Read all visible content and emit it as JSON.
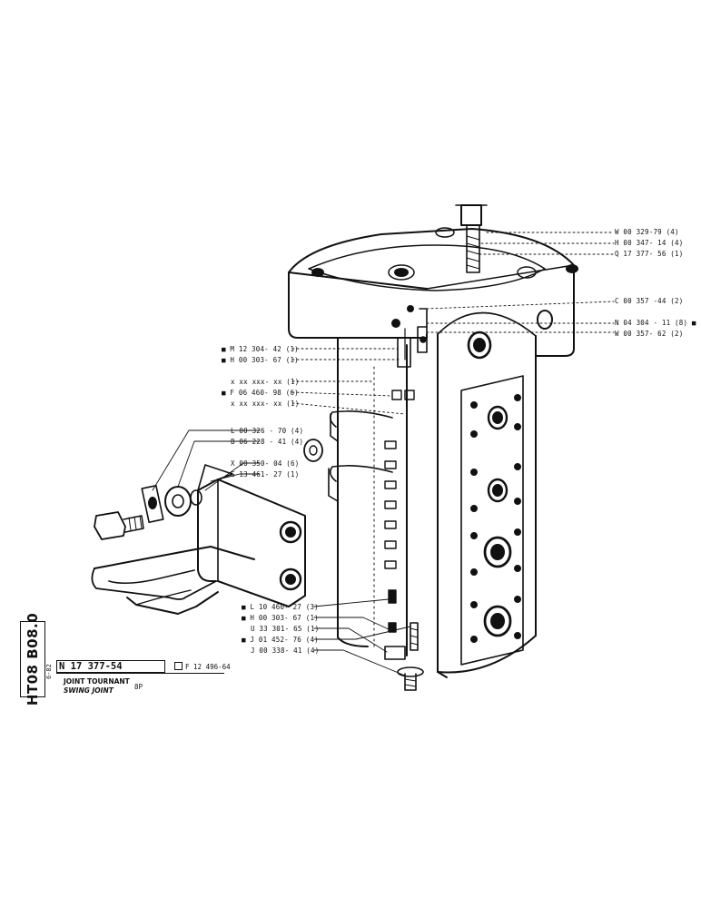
{
  "sheet": {
    "code": "HT08 B08.0",
    "small_code": "6-82",
    "reference": "N 17 377-54",
    "title_fr": "JOINT TOURNANT",
    "title_en": "SWING JOINT",
    "model": "8P",
    "see_also": "F 12 496-64"
  },
  "labels_right": [
    {
      "text": "W 00 329-79 (4)"
    },
    {
      "text": "H 00 347- 14 (4)"
    },
    {
      "text": "Q 17 377- 56 (1)"
    },
    {
      "text": "C 00 357 -44 (2)"
    },
    {
      "text": "N 04 304 - 11 (8) ■"
    },
    {
      "text": "W 00 357- 62 (2)"
    }
  ],
  "labels_left_upper": [
    {
      "text": "■ M 12 304- 42 (1)"
    },
    {
      "text": "■ H 00 303- 67 (1)"
    },
    {
      "text": "x xx xxx- xx (1)"
    },
    {
      "text": "■ F 06 460- 98 (6)"
    },
    {
      "text": "x xx xxx- xx (1)"
    }
  ],
  "labels_left_mid": [
    {
      "text": "L 00 326 - 70 (4)"
    },
    {
      "text": "B 06 228 - 41 (4)"
    },
    {
      "text": "X 00 350- 04 (6)"
    },
    {
      "text": "G 13 461- 27 (1)"
    }
  ],
  "labels_left_lower": [
    {
      "text": "■ L 10 460- 27 (3)"
    },
    {
      "text": "■ H 00 303- 67 (1)"
    },
    {
      "text": "U 33 301- 65 (1)"
    },
    {
      "text": "■ J 01 452- 76 (4)"
    },
    {
      "text": "J 00 338- 41 (4)"
    }
  ]
}
